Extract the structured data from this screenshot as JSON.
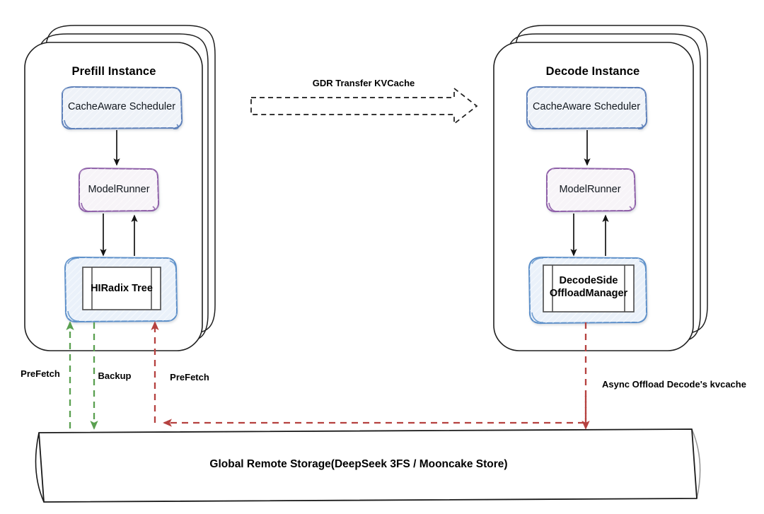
{
  "diagram": {
    "title_semantics": "KVCache hierarchical offload architecture between Prefill and Decode instances",
    "background": "#ffffff",
    "colors": {
      "card_stroke": "#1f1f1f",
      "scheduler_stroke": "#5b7fb9",
      "scheduler_fill": "#eef2f8",
      "modelrunner_stroke": "#8e5ea8",
      "modelrunner_fill": "#f7f4f8",
      "store_stroke": "#5b8fc9",
      "store_fill": "#eaf1fa",
      "inner_rect_stroke": "#4a4a4a",
      "inner_rect_fill": "#ffffff",
      "arrow_black": "#141414",
      "arrow_green": "#5aa050",
      "arrow_red": "#b5413f",
      "storage_stroke": "#1a1a1a",
      "storage_fill": "#ffffff",
      "text": "#000000"
    }
  },
  "prefill": {
    "title": "Prefill Instance",
    "stack_count": 3,
    "nodes": {
      "scheduler": "CacheAware Scheduler",
      "model_runner": "ModelRunner",
      "store": "HIRadix Tree"
    }
  },
  "decode": {
    "title": "Decode Instance",
    "stack_count": 3,
    "nodes": {
      "scheduler": "CacheAware Scheduler",
      "model_runner": "ModelRunner",
      "store_line1": "DecodeSide",
      "store_line2": "OffloadManager"
    }
  },
  "transfer": {
    "label": "GDR Transfer KVCache",
    "direction": "prefill-to-decode"
  },
  "edges": {
    "prefetch_left": "PreFetch",
    "backup": "Backup",
    "prefetch_right": "PreFetch",
    "async_offload": "Async Offload Decode's kvcache"
  },
  "storage": {
    "label": "Global Remote Storage(DeepSeek 3FS / Mooncake Store)"
  }
}
